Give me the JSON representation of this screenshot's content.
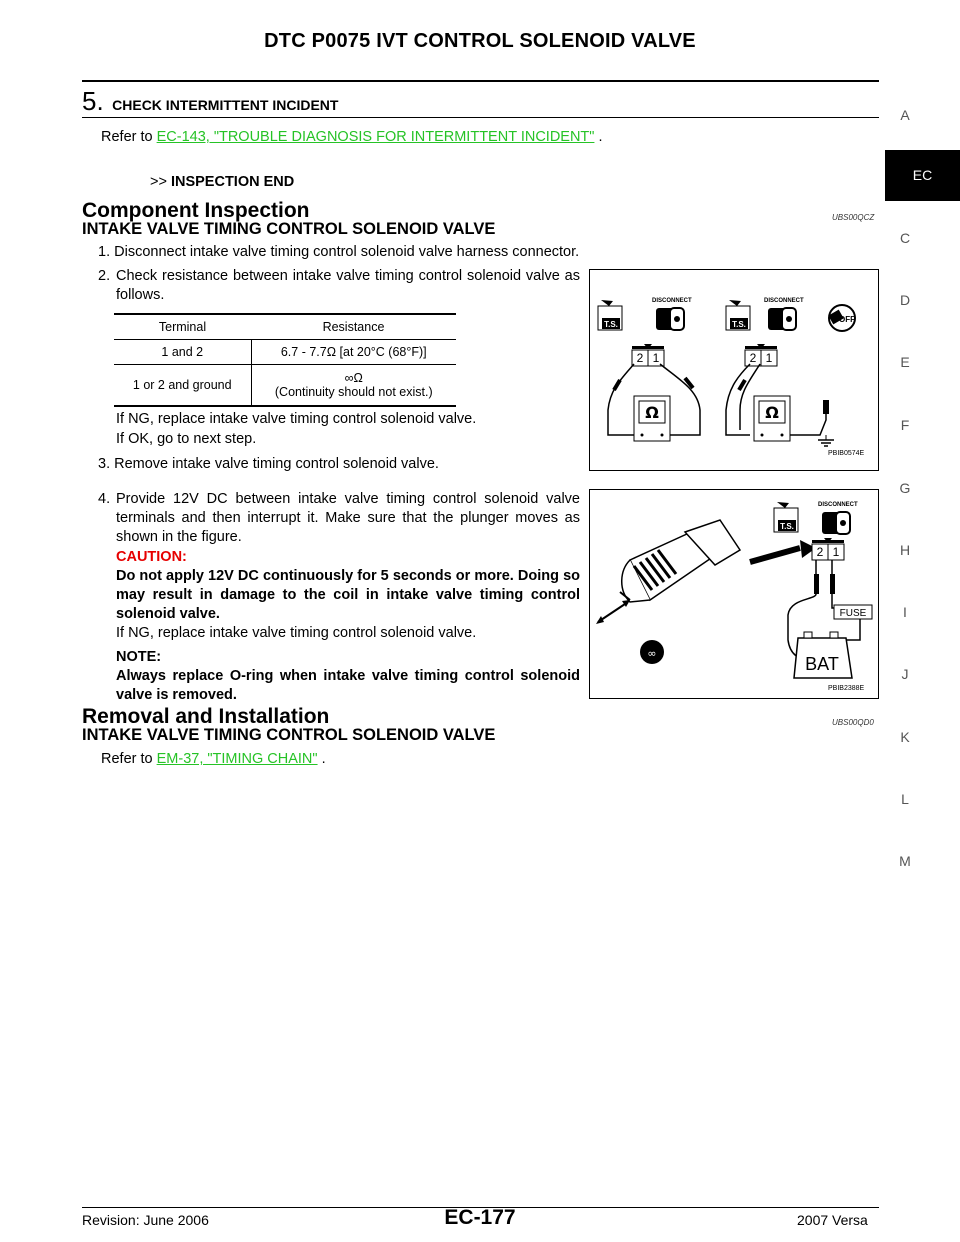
{
  "header": {
    "title": "DTC P0075 IVT CONTROL SOLENOID VALVE"
  },
  "step5": {
    "number": "5.",
    "title": "CHECK INTERMITTENT INCIDENT",
    "refer_prefix": "Refer to ",
    "refer_link": "EC-143, \"TROUBLE DIAGNOSIS FOR INTERMITTENT INCIDENT\"",
    "refer_suffix": " .",
    "result_arrow": ">>",
    "result": "INSPECTION END"
  },
  "component_inspection": {
    "heading": "Component Inspection",
    "code": "UBS00QCZ",
    "subheading": "INTAKE VALVE TIMING CONTROL SOLENOID VALVE",
    "item1": "1.  Disconnect intake valve timing control solenoid valve harness connector.",
    "item2_num": "2.",
    "item2_text": "Check resistance between intake valve timing control solenoid valve as follows.",
    "table": {
      "headers": [
        "Terminal",
        "Resistance"
      ],
      "rows": [
        [
          "1 and 2",
          "6.7 - 7.7Ω [at 20°C (68°F)]"
        ],
        [
          "1 or 2 and ground",
          "∞Ω",
          "(Continuity should not exist.)"
        ]
      ]
    },
    "ng_text": "If NG, replace intake valve timing control solenoid valve.",
    "ok_text": "If OK, go to next step.",
    "item3": "3.  Remove intake valve timing control solenoid valve.",
    "item4_num": "4.",
    "item4_text": "Provide 12V DC between intake valve timing control solenoid valve terminals and then interrupt it. Make sure that the plunger moves as shown in the figure.",
    "caution_label": "CAUTION:",
    "caution_text": "Do not apply 12V DC continuously for 5 seconds or more. Doing so may result in damage to the coil in intake valve timing control solenoid valve.",
    "ng_text2": "If NG, replace intake valve timing control solenoid valve.",
    "note_label": "NOTE:",
    "note_text": "Always replace O-ring when intake valve timing control solenoid valve is removed."
  },
  "figure1": {
    "code": "PBIB0574E",
    "disconnect": "DISCONNECT",
    "ts": "T.S.",
    "off": "OFF",
    "pin2": "2",
    "pin1": "1",
    "ohm": "Ω"
  },
  "figure2": {
    "code": "PBIB2388E",
    "disconnect": "DISCONNECT",
    "ts": "T.S.",
    "fuse": "FUSE",
    "bat": "BAT",
    "pin2": "2",
    "pin1": "1"
  },
  "removal": {
    "heading": "Removal and Installation",
    "code": "UBS00QD0",
    "subheading": "INTAKE VALVE TIMING CONTROL SOLENOID VALVE",
    "refer_prefix": "Refer to ",
    "refer_link": "EM-37, \"TIMING CHAIN\"",
    "refer_suffix": " ."
  },
  "side_tabs": [
    "A",
    "EC",
    "C",
    "D",
    "E",
    "F",
    "G",
    "H",
    "I",
    "J",
    "K",
    "L",
    "M"
  ],
  "footer": {
    "revision": "Revision: June 2006",
    "page": "EC-177",
    "model": "2007 Versa"
  }
}
